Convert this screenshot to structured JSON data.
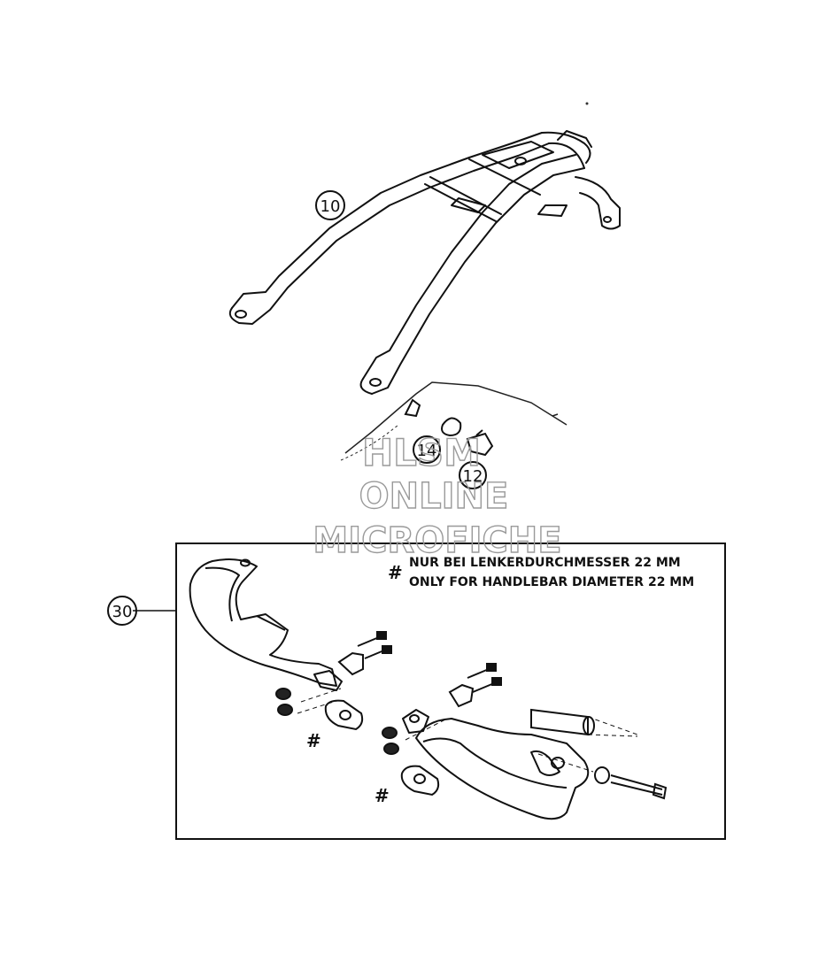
{
  "callouts": {
    "c10": "10",
    "c14": "14",
    "c12": "12",
    "c30": "30"
  },
  "note": {
    "marker": "#",
    "line1": "NUR BEI LENKERDURCHMESSER 22 MM",
    "line2": "ONLY FOR HANDLEBAR DIAMETER 22 MM"
  },
  "hash_marks": [
    "#",
    "#"
  ],
  "watermark": {
    "line1": "HLSM",
    "line2": "ONLINE",
    "line3": "MICROFICHE"
  }
}
